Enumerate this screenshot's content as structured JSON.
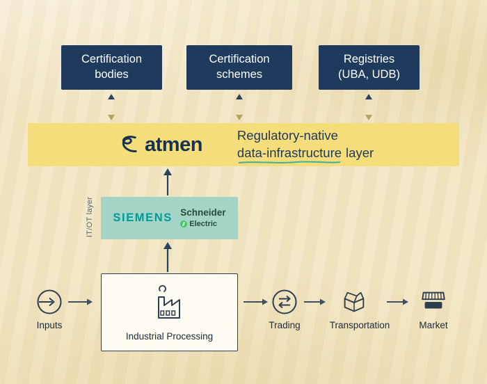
{
  "top_boxes": [
    {
      "label": "Certification bodies"
    },
    {
      "label": "Certification schemes"
    },
    {
      "label": "Registries (UBA, UDB)"
    }
  ],
  "platform": {
    "brand": "atmen",
    "tagline_line1": "Regulatory-native",
    "tagline_underlined": "data-infrastructure",
    "tagline_suffix": "layer"
  },
  "itot": {
    "side_label": "IT/OT layer",
    "siemens": "SIEMENS",
    "schneider_line1": "Schneider",
    "schneider_line2": "Electric"
  },
  "flow": {
    "inputs": "Inputs",
    "processing": "Industrial Processing",
    "trading": "Trading",
    "transportation": "Transportation",
    "market": "Market"
  },
  "colors": {
    "navy": "#1f3a5c",
    "band_yellow": "#f6dd7b",
    "itot_teal": "#a3d4c6",
    "siemens_teal": "#009a99",
    "schneider_green": "#3dcd58",
    "underline_teal": "#23a69c",
    "sand_background": "#f2e5c2"
  }
}
